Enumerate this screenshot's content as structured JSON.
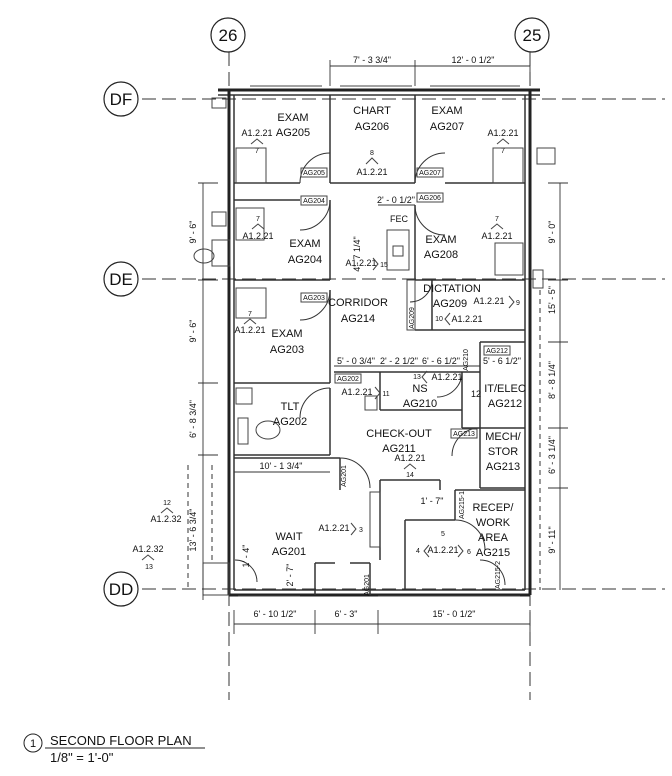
{
  "grid": {
    "col_26": "26",
    "col_25": "25",
    "row_df": "DF",
    "row_de": "DE",
    "row_dd": "DD"
  },
  "rooms": {
    "exam_205": {
      "name": "EXAM",
      "number": "AG205"
    },
    "chart_206": {
      "name": "CHART",
      "number": "AG206"
    },
    "exam_207": {
      "name": "EXAM",
      "number": "AG207"
    },
    "exam_204": {
      "name": "EXAM",
      "number": "AG204"
    },
    "exam_208": {
      "name": "EXAM",
      "number": "AG208"
    },
    "corridor_214": {
      "name": "CORRIDOR",
      "number": "AG214"
    },
    "dictation_209": {
      "name": "DICTATION",
      "number": "AG209"
    },
    "exam_203": {
      "name": "EXAM",
      "number": "AG203"
    },
    "tlt_202": {
      "name": "TLT",
      "number": "AG202"
    },
    "ns_210": {
      "name": "NS",
      "number": "AG210"
    },
    "itelec_212": {
      "name": "IT/ELEC",
      "number": "AG212"
    },
    "checkout_211": {
      "name": "CHECK-OUT",
      "number": "AG211"
    },
    "mech_213": {
      "name_1": "MECH/",
      "name_2": "STOR",
      "number": "AG213"
    },
    "wait_201": {
      "name": "WAIT",
      "number": "AG201"
    },
    "recep_215": {
      "name_1": "RECEP/",
      "name_2": "WORK",
      "name_3": "AREA",
      "number": "AG215"
    }
  },
  "elevation_tags": {
    "t1": {
      "ref": "A1.2.21",
      "num": "7"
    },
    "t2": {
      "ref": "A1.2.21",
      "num": "8"
    },
    "t3": {
      "ref": "A1.2.21",
      "num": "7"
    },
    "t4": {
      "ref": "A1.2.21",
      "num": "7"
    },
    "t5": {
      "ref": "A1.2.21",
      "num": "7"
    },
    "t6": {
      "ref": "A1.2.21",
      "num": "7"
    },
    "t7": {
      "ref": "A1.2.21",
      "num": "9"
    },
    "t8": {
      "ref": "A1.2.21",
      "num": "10"
    },
    "t9": {
      "ref": "A1.2.21",
      "num": "11"
    },
    "t10": {
      "ref": "A1.2.21",
      "num": "13"
    },
    "t11": {
      "ref": "A1.2.21",
      "num": "14"
    },
    "t12": {
      "ref": "A1.2.21",
      "num": "3"
    },
    "t13": {
      "ref": "A1.2.21",
      "num": "5"
    },
    "t14": {
      "ref": "A1.2.21",
      "num": "6"
    },
    "t15": {
      "ref": "A1.2.21",
      "num": "15"
    },
    "t16": {
      "ref": "A1.2.32",
      "num": "12"
    },
    "t17": {
      "ref": "A1.2.32",
      "num": "13"
    },
    "t16_num_b": "4",
    "t15_prefix": "4'- 7 1/4\""
  },
  "door_tags": {
    "d205": "AG205",
    "d207": "AG207",
    "d204": "AG204",
    "d206": "AG206",
    "d203": "AG203",
    "d202": "AG202",
    "d209": "AG209",
    "d212": "AG212",
    "d213": "AG213",
    "d201": "AG201",
    "d201b": "AG201",
    "d215a": "AG215-1",
    "d215b": "AG215-2",
    "d210": "AG210"
  },
  "fec": "FEC",
  "dimensions": {
    "top_1": "7' - 3 3/4\"",
    "top_2": "12' - 0 1/2\"",
    "left_1": "9' - 6\"",
    "left_2": "9' - 6\"",
    "left_3": "6' - 8 3/4\"",
    "left_4": "13' - 6 3/4\"",
    "right_1": "9' - 0\"",
    "right_2": "15' - 5\"",
    "right_3": "8' - 8 1/4\"",
    "right_4": "6' - 3 1/4\"",
    "right_5": "9' - 11\"",
    "corr_1": "2' - 0 1/2\"",
    "corr_2": "5' - 0 3/4\"",
    "corr_3": "2' - 2 1/2\"",
    "corr_4": "6' - 6 1/2\"",
    "corr_5": "5' - 6 1/2\"",
    "tlt_w": "10' - 1 3/4\"",
    "small_1": "1' - 7\"",
    "small_2": "1' - 4\"",
    "small_3": "2' - 7\"",
    "bot_1": "6' - 10 1/2\"",
    "bot_2": "6' - 3\"",
    "bot_3": "15' - 0 1/2\"",
    "num_12": "12"
  },
  "title_block": {
    "number": "1",
    "title": "SECOND FLOOR PLAN",
    "scale": "1/8\" = 1'-0\""
  }
}
